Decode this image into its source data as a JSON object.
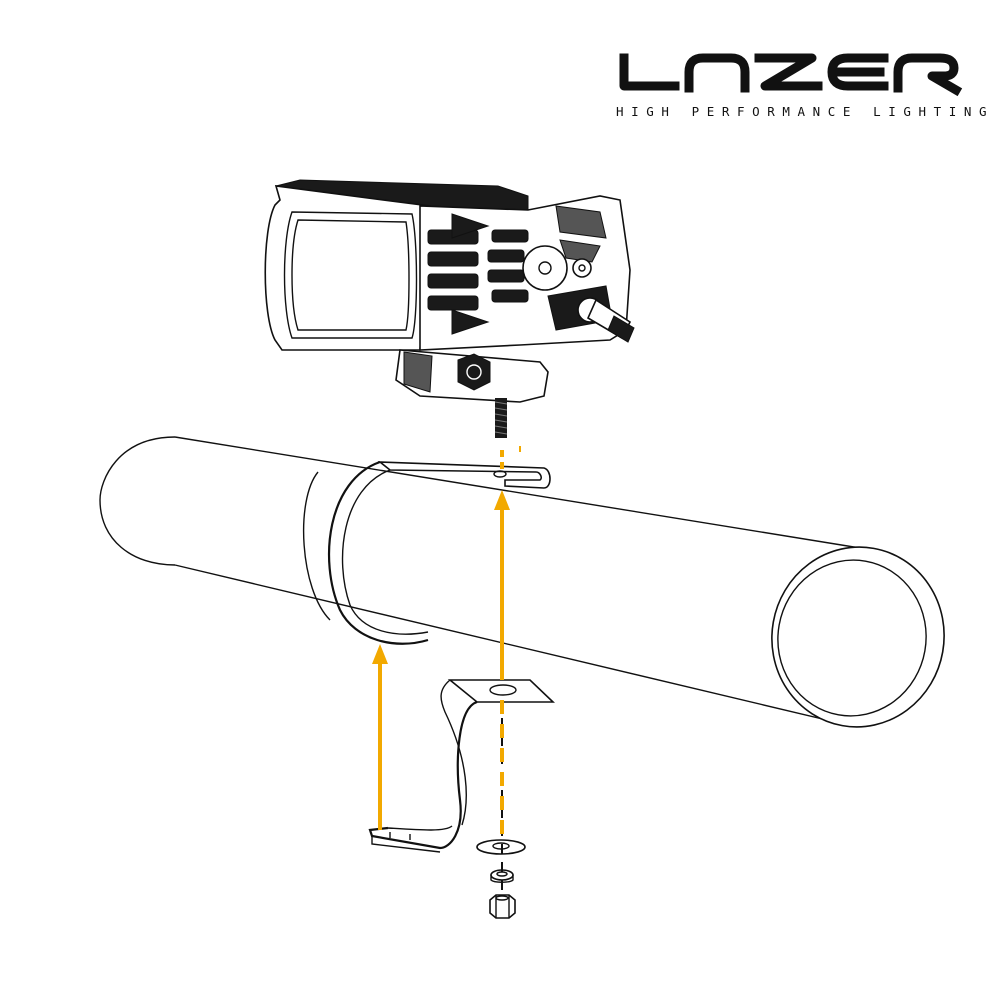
{
  "logo": {
    "brand": "LAZER",
    "tagline": "HIGH PERFORMANCE LIGHTING"
  },
  "colors": {
    "arrow": "#F2A900",
    "line": "#111111",
    "background": "#FFFFFF"
  },
  "parts": [
    "lamp-body",
    "mounting-stud",
    "pipe",
    "upper-clamp-bracket",
    "lower-clamp-bracket",
    "flat-washer",
    "spring-washer",
    "hex-nut"
  ]
}
